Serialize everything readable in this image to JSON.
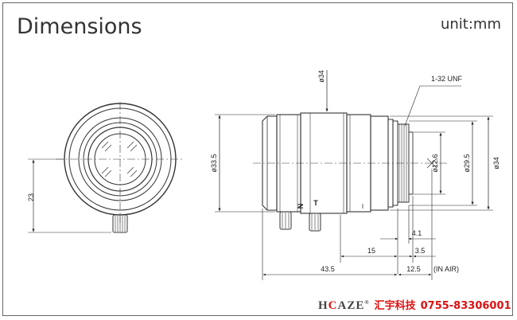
{
  "header": {
    "title": "Dimensions",
    "unit": "unit:mm"
  },
  "front_view": {
    "height_label": "23"
  },
  "side_view": {
    "body_diameter_label": "ø33.5",
    "top_diameter_label": "ø34",
    "thread_label": "1-32  UNF",
    "inner_diameter_label": "ø12.6",
    "mount_diameter_label": "ø29.5",
    "outer_diameter_label": "ø34",
    "ring_marks": [
      "N",
      "T"
    ],
    "dim_4_1": "4.1",
    "dim_15": "15",
    "dim_3_5": "3.5",
    "dim_43_5": "43.5",
    "dim_12_5": "12.5",
    "in_air_note": "(IN AIR)"
  },
  "footer": {
    "logo_h": "H",
    "logo_c": "C",
    "logo_aze": "AZE",
    "logo_mark": "®",
    "company_name": "汇宇科技",
    "phone": "0755-83306001"
  }
}
